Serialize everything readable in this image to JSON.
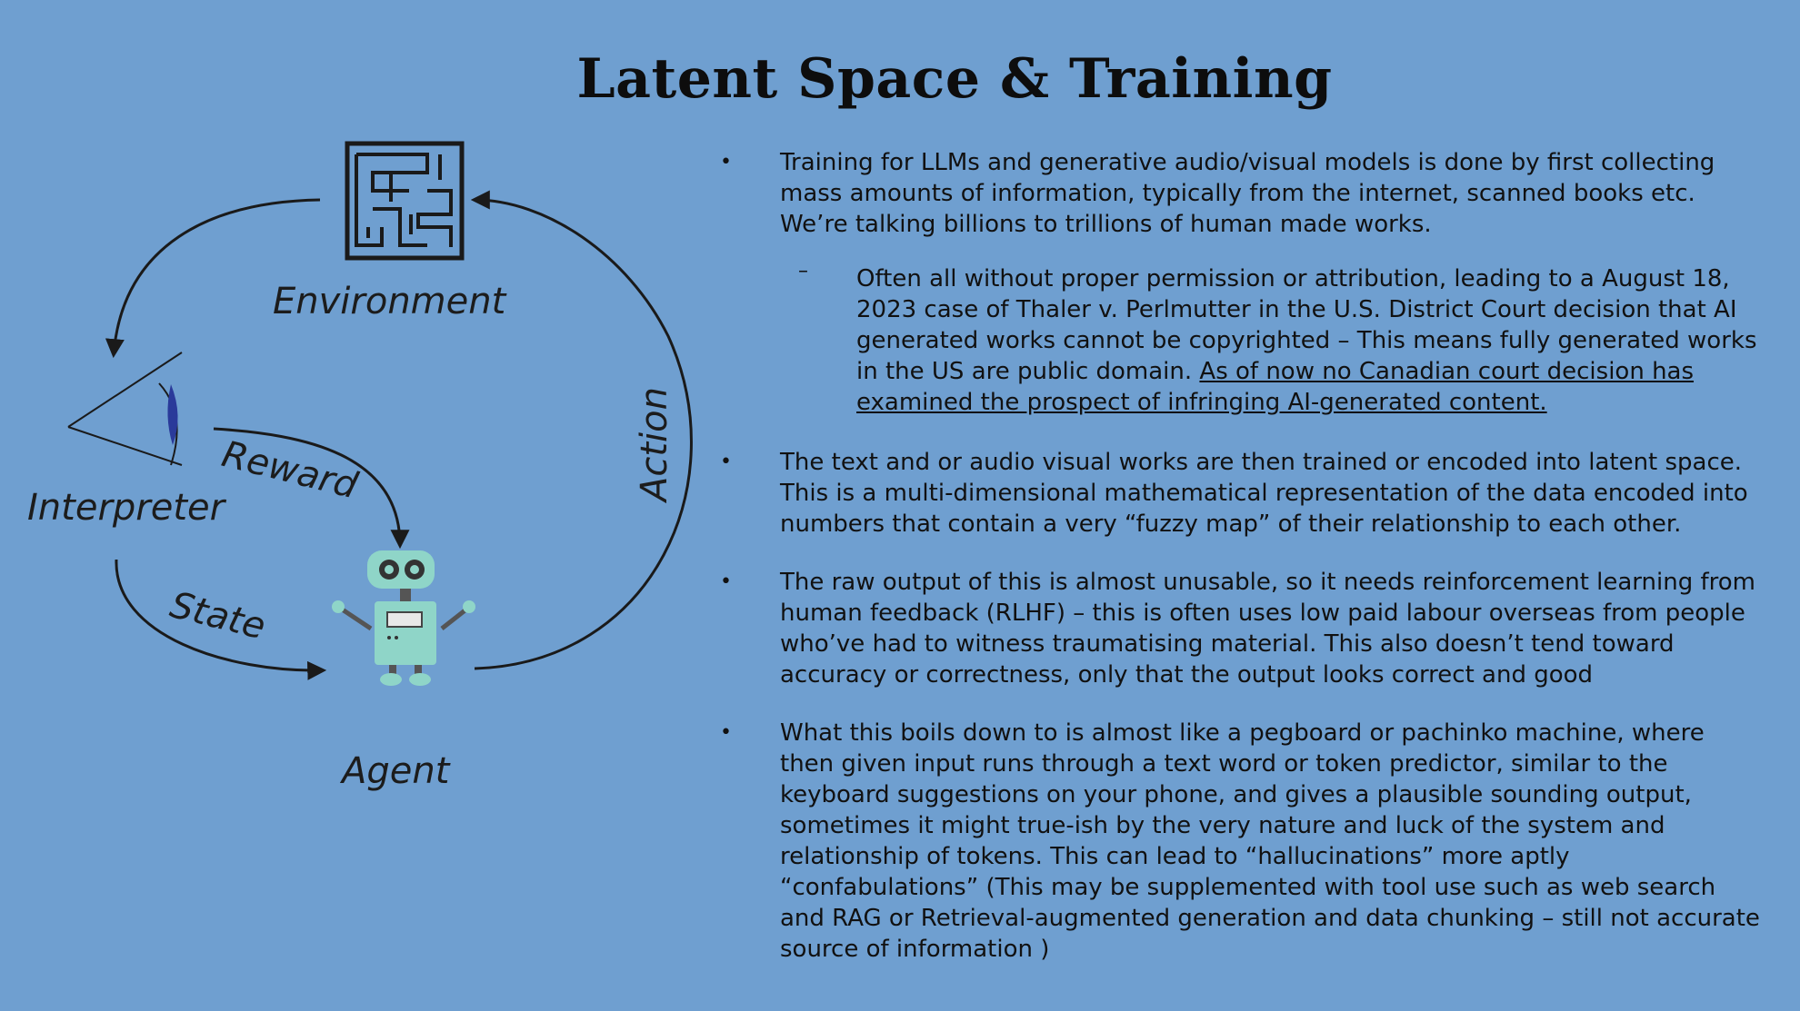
{
  "title": "Latent Space & Training",
  "diagram": {
    "labels": {
      "environment": "Environment",
      "interpreter": "Interpreter",
      "reward": "Reward",
      "state": "State",
      "action": "Action",
      "agent": "Agent"
    }
  },
  "bullets": [
    {
      "marker": "•",
      "text": "Training for LLMs and generative audio/visual models is done by first collecting mass amounts of information, typically from the internet, scanned books etc. We’re talking billions to trillions of human made works.",
      "sub": {
        "marker": "–",
        "text": "Often all without proper permission or attribution, leading to a August 18, 2023 case of Thaler v. Perlmutter in the U.S. District Court decision that AI generated works cannot be copyrighted – This means fully generated works in the US are public domain. ",
        "underlined": "As of now no Canadian court decision has examined the prospect of infringing AI-generated content."
      }
    },
    {
      "marker": "•",
      "text": "The text and or audio visual works are then trained or encoded into latent space. This is a multi-dimensional mathematical representation of the data encoded into numbers that contain a very “fuzzy map” of their relationship to each other."
    },
    {
      "marker": "•",
      "text": "The raw output of this is almost unusable, so it needs reinforcement learning from human feedback (RLHF) – this is often uses low paid labour overseas from people who’ve had to witness traumatising material. This also doesn’t tend toward accuracy or correctness, only that the output looks correct and good"
    },
    {
      "marker": "•",
      "text": "What this boils down to is almost like a pegboard or pachinko machine, where then given input runs through a text word or token predictor, similar to the keyboard suggestions on your phone, and gives a plausible sounding output, sometimes it might true-ish by the very nature and luck of the system and relationship of tokens. This can lead to “hallucinations” more aptly “confabulations”  (This may be supplemented with tool use such as web search and RAG or Retrieval-augmented generation and data chunking – still not accurate source of information )"
    }
  ],
  "colors": {
    "background": "#6f9fd0",
    "text": "#111111",
    "robot": "#8fd5c8",
    "eye": "#2a3a9a"
  }
}
